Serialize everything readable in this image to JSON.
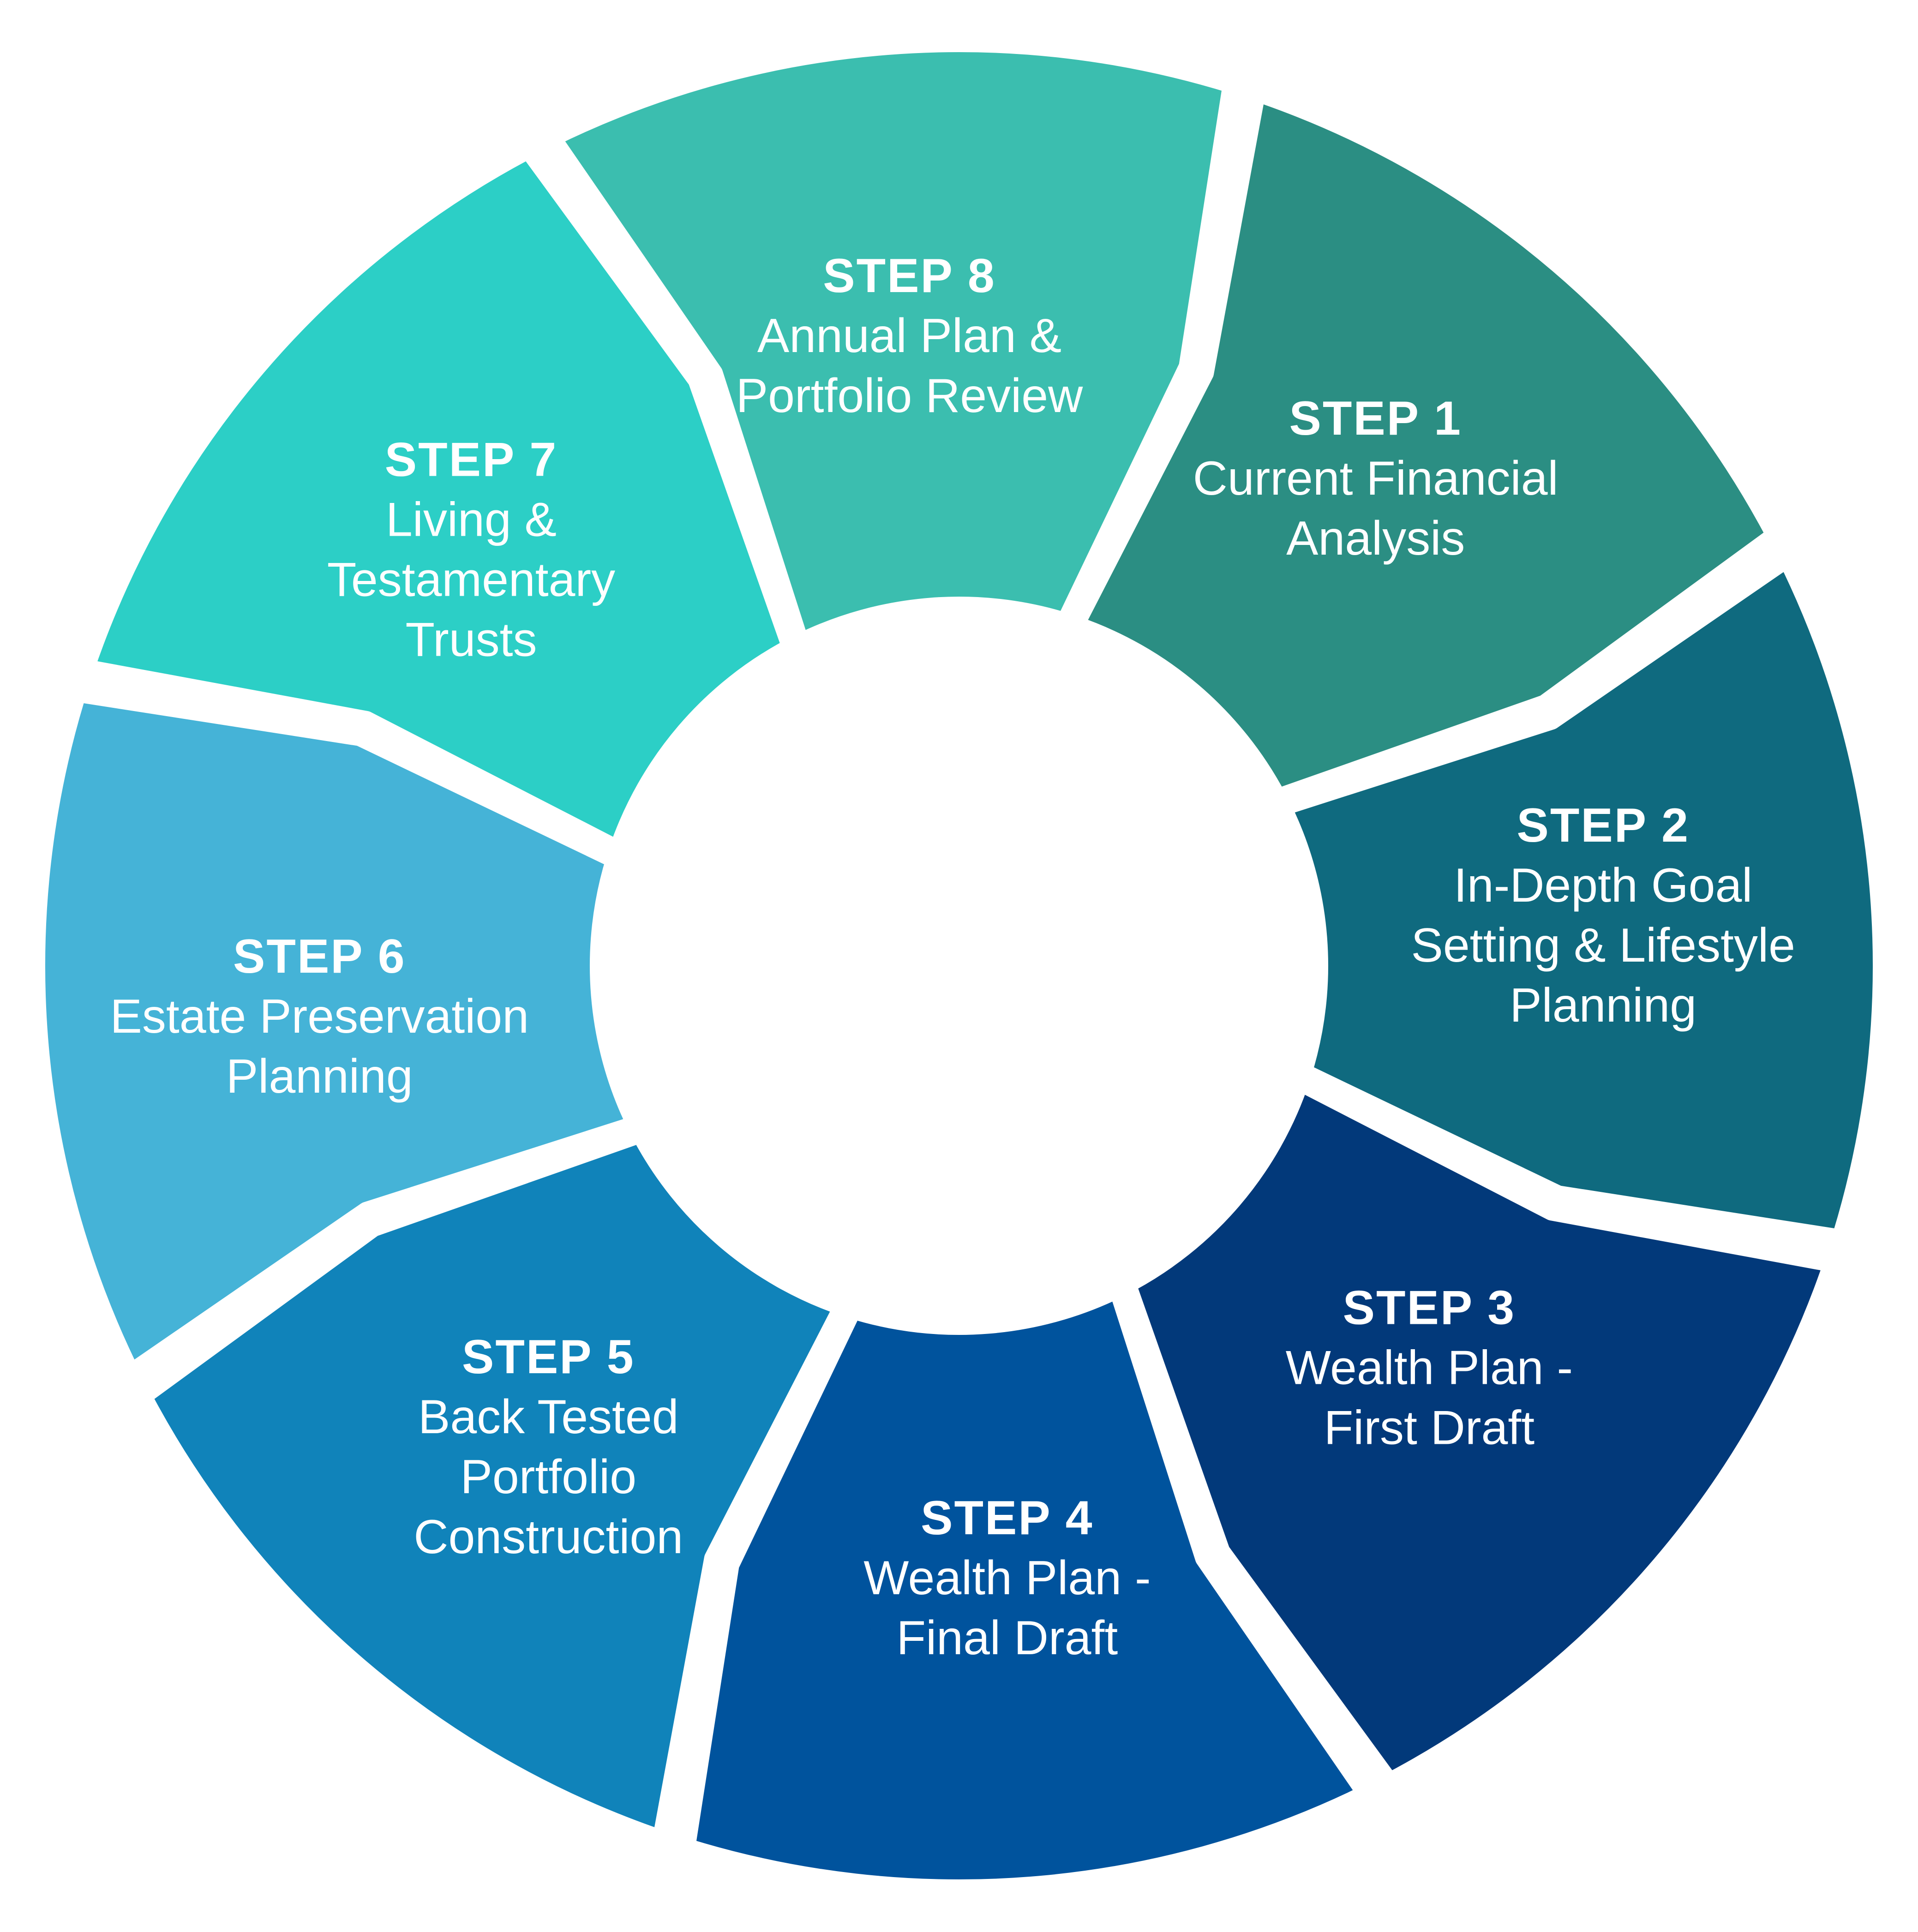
{
  "diagram": {
    "center_label": "",
    "steps": [
      {
        "title": "STEP 1",
        "lines": [
          "Current Financial",
          "Analysis"
        ],
        "color": "#2B8E83"
      },
      {
        "title": "STEP 2",
        "lines": [
          "In-Depth Goal",
          "Setting & Lifestyle",
          "Planning"
        ],
        "color": "#0F6A7F"
      },
      {
        "title": "STEP 3",
        "lines": [
          "Wealth Plan -",
          "First Draft"
        ],
        "color": "#02397A"
      },
      {
        "title": "STEP 4",
        "lines": [
          "Wealth Plan -",
          "Final Draft"
        ],
        "color": "#00539D"
      },
      {
        "title": "STEP 5",
        "lines": [
          "Back Tested",
          "Portfolio",
          "Construction"
        ],
        "color": "#1083BA"
      },
      {
        "title": "STEP 6",
        "lines": [
          "Estate Preservation",
          "Planning"
        ],
        "color": "#45B3D7"
      },
      {
        "title": "STEP 7",
        "lines": [
          "Living &",
          "Testamentary",
          "Trusts"
        ],
        "color": "#2CCFC6"
      },
      {
        "title": "STEP 8",
        "lines": [
          "Annual Plan &",
          "Portfolio Review"
        ],
        "color": "#3BBEAF"
      }
    ]
  }
}
